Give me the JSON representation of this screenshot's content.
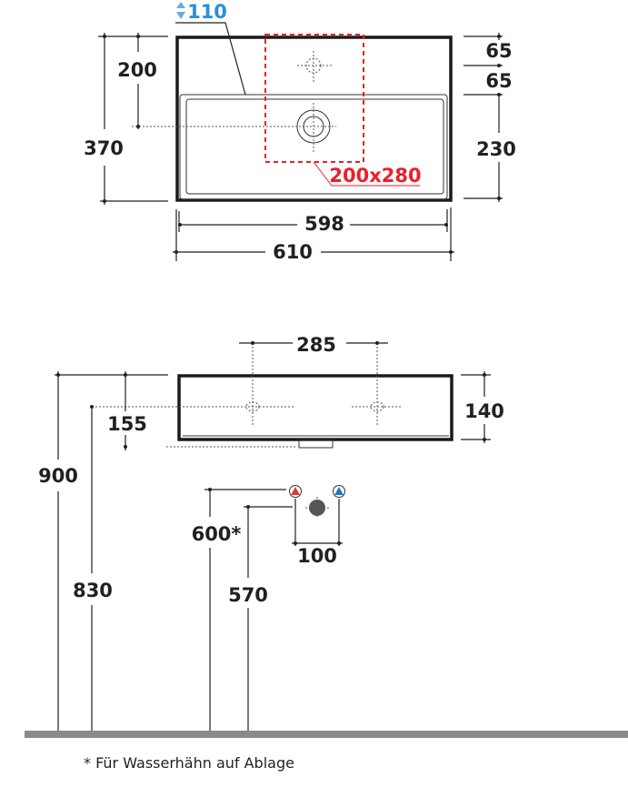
{
  "top_view": {
    "depth_label": "110",
    "dim_200": "200",
    "dim_370": "370",
    "dim_65_top": "65",
    "dim_65_bottom": "65",
    "dim_230": "230",
    "dim_598": "598",
    "dim_610": "610",
    "cutout_label": "200x280"
  },
  "side_view": {
    "dim_285": "285",
    "dim_140": "140",
    "dim_155": "155",
    "dim_900": "900",
    "dim_830": "830",
    "dim_600": "600*",
    "dim_570": "570",
    "dim_100": "100"
  },
  "footnote": "* Für Wasserhähn auf Ablage",
  "colors": {
    "hot": "#e03a2f",
    "cold": "#1f78c8",
    "accent_red": "#e8202a",
    "accent_blue": "#2a8fd6",
    "floor": "#8a8a8a"
  }
}
